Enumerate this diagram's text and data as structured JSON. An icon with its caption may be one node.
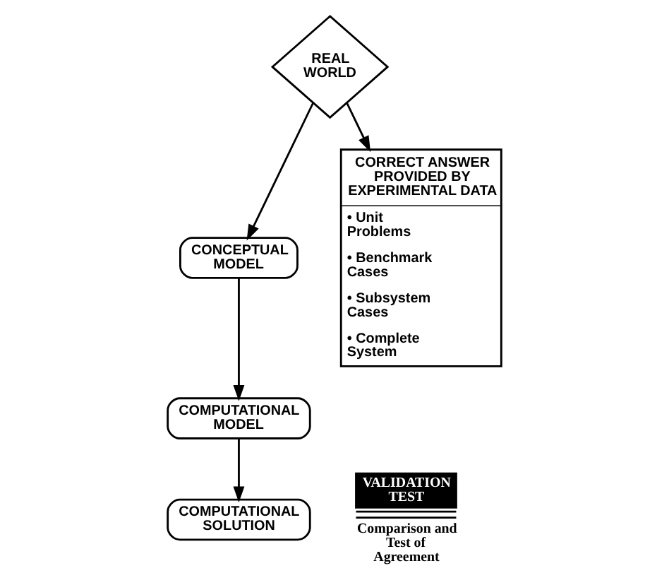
{
  "diagram": {
    "nodes": [
      {
        "text": [
          "REAL WORLD"
        ]
      },
      {
        "text": [
          "CONCEPTUAL MODEL"
        ]
      },
      {
        "text": [
          "COMPUTATIONAL MODEL"
        ]
      },
      {
        "text": [
          "COMPUTATIONAL SOLUTION"
        ]
      },
      {
        "text": [
          "CORRECT ANSWER PROVIDED BY EXPERIMENTAL DATA",
          "• Unit Problems",
          "• Benchmark Cases",
          "• Subsystem Cases",
          "• Complete System"
        ]
      },
      {
        "text": [
          "VALIDATION TEST"
        ],
        "beside": [
          "Comparison and Test of Agreement"
        ]
      }
    ],
    "edges": [
      {
        "from": 0,
        "to": 1,
        "arrow": "to"
      },
      {
        "from": 0,
        "to": 4,
        "arrow": "to"
      },
      {
        "from": 1,
        "to": 2,
        "arrow": "to"
      },
      {
        "from": 2,
        "to": 3,
        "arrow": "to"
      }
    ]
  }
}
